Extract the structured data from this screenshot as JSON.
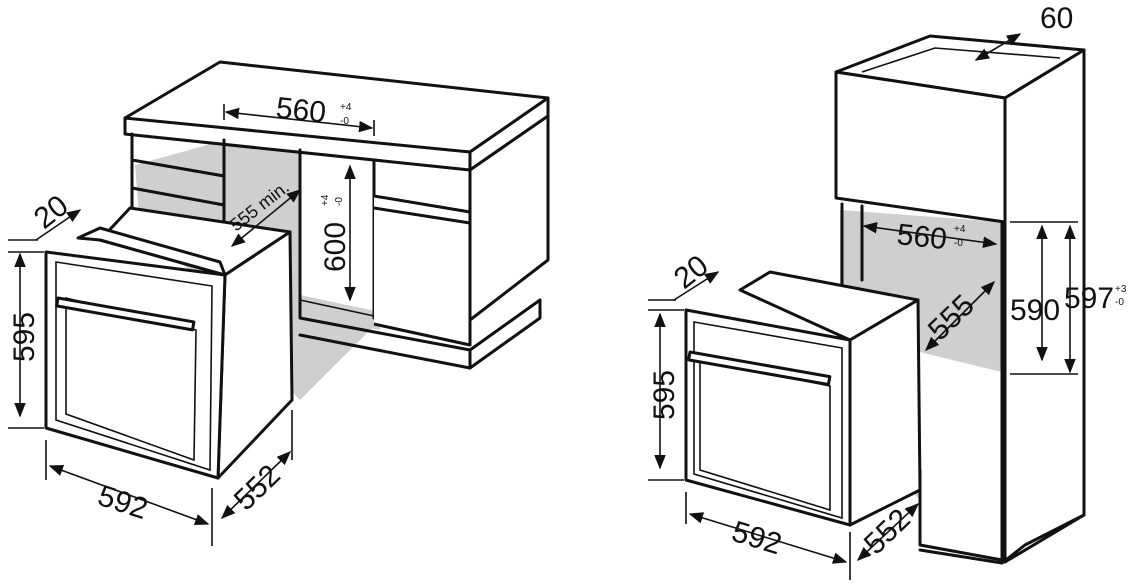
{
  "under_counter": {
    "niche_width": "560",
    "niche_width_tol_plus": "+4",
    "niche_width_tol_minus": "-0",
    "niche_height": "600",
    "niche_height_tol_plus": "+4",
    "niche_height_tol_minus": "-0",
    "niche_depth": "555 min.",
    "front_offset": "20",
    "oven_height": "595",
    "oven_width": "592",
    "oven_depth": "552"
  },
  "tall_unit": {
    "vent_gap": "60",
    "niche_width": "560",
    "niche_width_tol_plus": "+4",
    "niche_width_tol_minus": "-0",
    "niche_depth": "555",
    "niche_height_min": "590",
    "niche_height_max": "597",
    "niche_height_max_tol_plus": "+3",
    "niche_height_max_tol_minus": "-0",
    "front_offset": "20",
    "oven_height": "595",
    "oven_width": "592",
    "oven_depth": "552"
  }
}
